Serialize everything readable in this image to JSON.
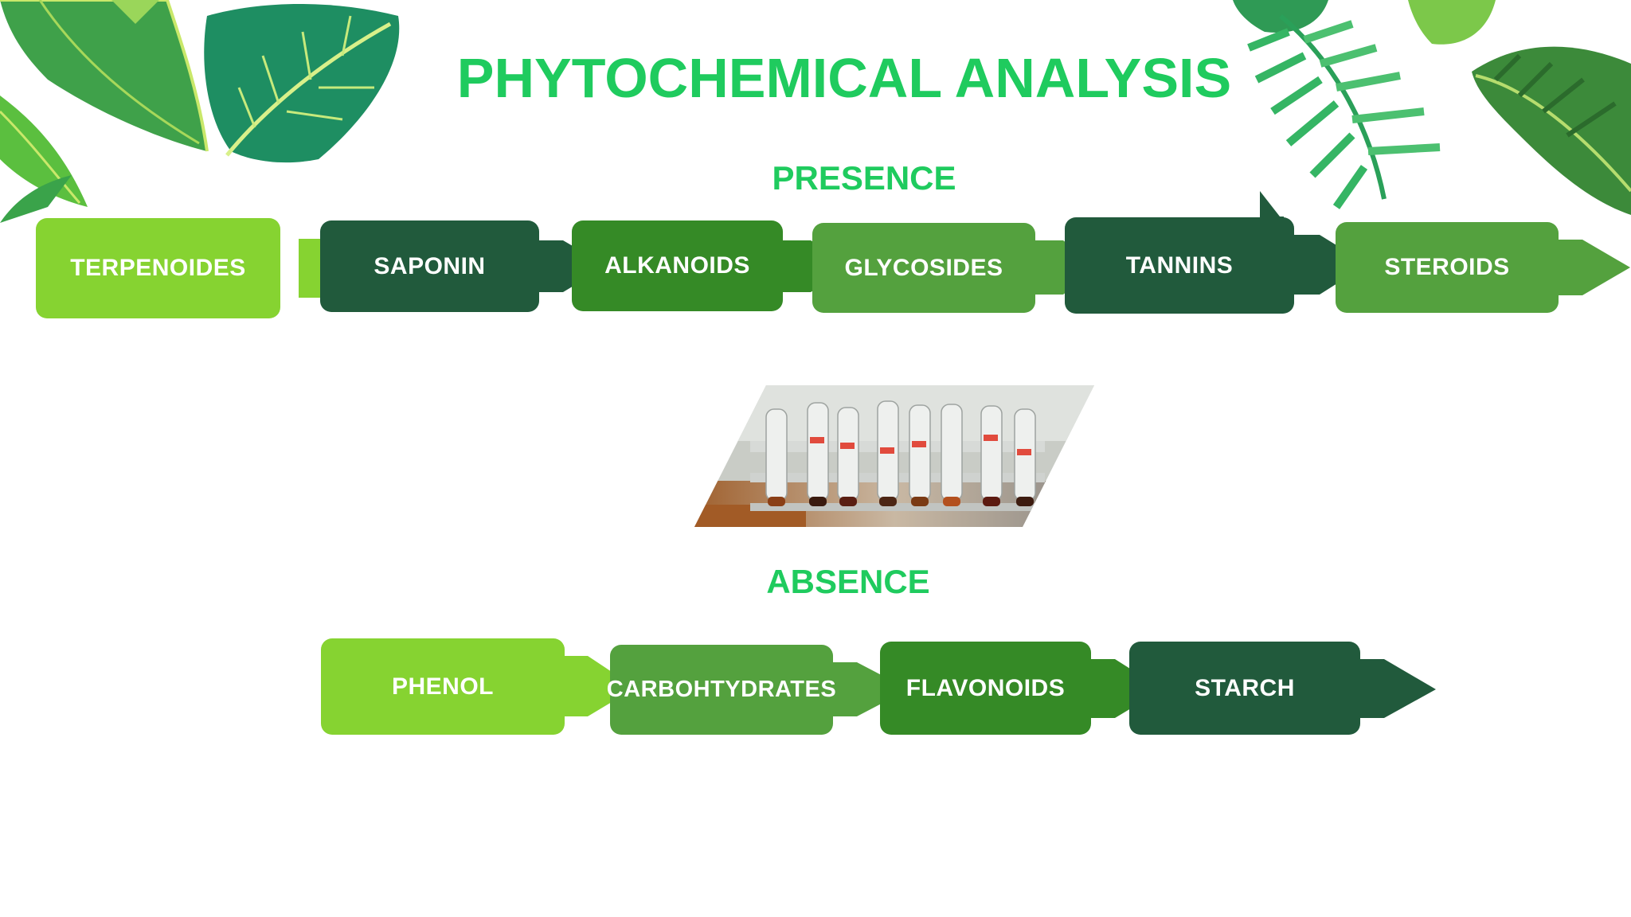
{
  "title": "PHYTOCHEMICAL ANALYSIS",
  "presence": {
    "label": "PRESENCE",
    "items": [
      "TERPENOIDES",
      "SAPONIN",
      "ALKANOIDS",
      "GLYCOSIDES",
      "TANNINS",
      "STEROIDS"
    ]
  },
  "absence": {
    "label": "ABSENCE",
    "items": [
      "PHENOL",
      "CARBOHTYDRATES",
      "FLAVONOIDS",
      "STARCH"
    ]
  },
  "colors": {
    "title": "#1fcb5e",
    "light_green": "#86d331",
    "dark_green": "#215a3c",
    "mid_green": "#358a26",
    "leaf_green": "#54a13e"
  }
}
